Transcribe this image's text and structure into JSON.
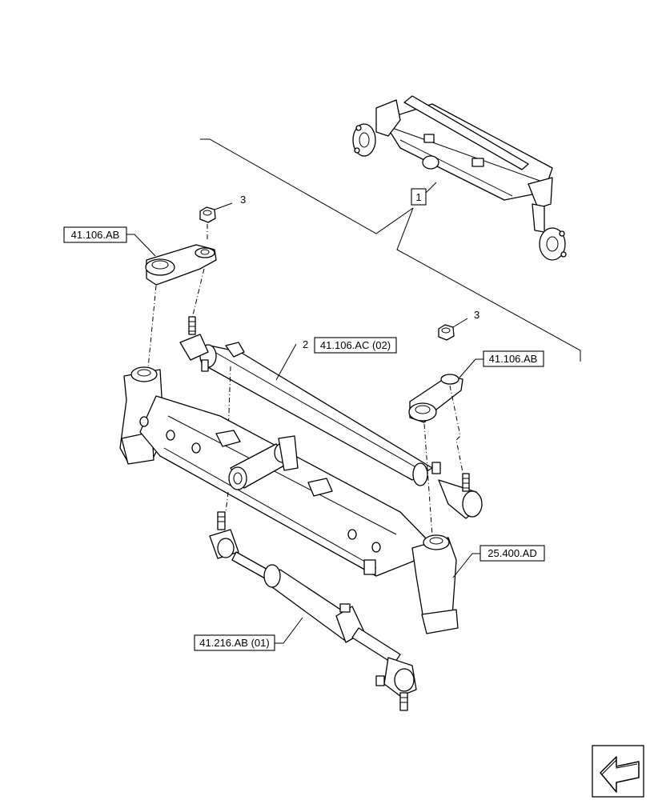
{
  "callouts": {
    "item_1": "1",
    "item_2": "2",
    "item_3_top": "3",
    "item_3_right": "3"
  },
  "references": {
    "steering_arm_left": "41.106.AB",
    "steering_arm_right": "41.106.AB",
    "tie_rod": "41.106.AC (02)",
    "front_axle": "25.400.AD",
    "steering_cylinder": "41.216.AB (01)"
  },
  "icons": {
    "navigation": "next-page-arrow-icon"
  }
}
